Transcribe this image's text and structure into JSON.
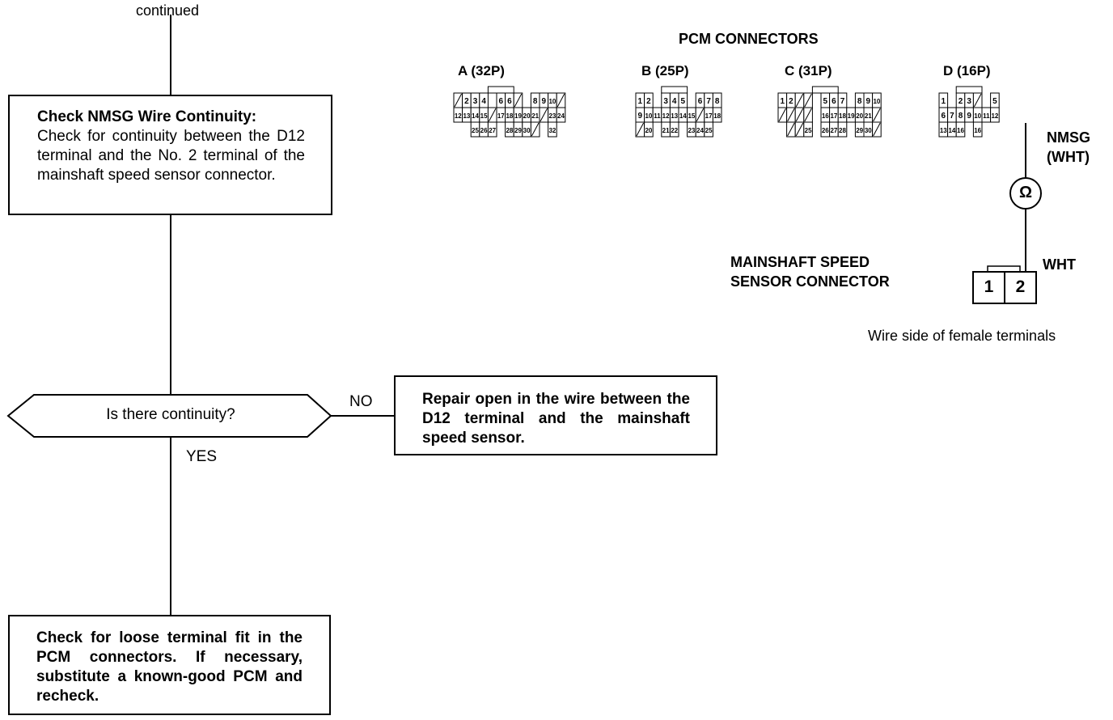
{
  "flowchart": {
    "continued": "continued",
    "step1": {
      "title": "Check NMSG Wire Continuity:",
      "body": "Check for continuity between the D12 terminal and the No. 2 terminal of the mainshaft speed sensor connector."
    },
    "decision": "Is there continuity?",
    "no_label": "NO",
    "yes_label": "YES",
    "no_action": "Repair open in the wire between the D12 terminal and the mainshaft speed sensor.",
    "yes_action": "Check for loose terminal fit in the PCM connectors. If necessary, substitute a known-good PCM and recheck."
  },
  "diagram": {
    "title": "PCM CONNECTORS",
    "connectors": [
      {
        "label": "A (32P)",
        "rows": [
          [
            "/",
            "2",
            "3",
            "4",
            "",
            "6",
            "6",
            "/",
            "",
            "8",
            "9",
            "10",
            "/"
          ],
          [
            "12",
            "13",
            "14",
            "15",
            "/",
            "17",
            "18",
            "19",
            "20",
            "21",
            "/",
            "23",
            "24"
          ],
          [
            "",
            "",
            "25",
            "26",
            "27",
            "",
            "28",
            "29",
            "30",
            "/",
            "",
            "32",
            ""
          ]
        ]
      },
      {
        "label": "B (25P)",
        "rows": [
          [
            "1",
            "2",
            "",
            "3",
            "4",
            "5",
            "",
            "6",
            "7",
            "8"
          ],
          [
            "9",
            "10",
            "11",
            "12",
            "13",
            "14",
            "15",
            "/",
            "17",
            "18"
          ],
          [
            "/",
            "20",
            "",
            "21",
            "22",
            "",
            "23",
            "24",
            "25",
            ""
          ]
        ]
      },
      {
        "label": "C (31P)",
        "rows": [
          [
            "1",
            "2",
            "/",
            "/",
            "",
            "5",
            "6",
            "7",
            "",
            "8",
            "9",
            "10"
          ],
          [
            "/",
            "/",
            "/",
            "/",
            "",
            "16",
            "17",
            "18",
            "19",
            "20",
            "21",
            "/"
          ],
          [
            "",
            "/",
            "/",
            "25",
            "",
            "26",
            "27",
            "28",
            "",
            "29",
            "30",
            "/"
          ]
        ]
      },
      {
        "label": "D (16P)",
        "rows": [
          [
            "1",
            "",
            "2",
            "3",
            "/",
            "",
            "5"
          ],
          [
            "6",
            "7",
            "8",
            "9",
            "10",
            "11",
            "12"
          ],
          [
            "13",
            "14",
            "16",
            "",
            "16",
            "",
            ""
          ]
        ]
      }
    ],
    "nmsg_label": "NMSG",
    "nmsg_color": "(WHT)",
    "meter_symbol": "Ω",
    "wht_label": "WHT",
    "sensor_label_line1": "MAINSHAFT SPEED",
    "sensor_label_line2": "SENSOR CONNECTOR",
    "sensor_pins": [
      "1",
      "2"
    ],
    "wire_side_note": "Wire side of female terminals"
  }
}
